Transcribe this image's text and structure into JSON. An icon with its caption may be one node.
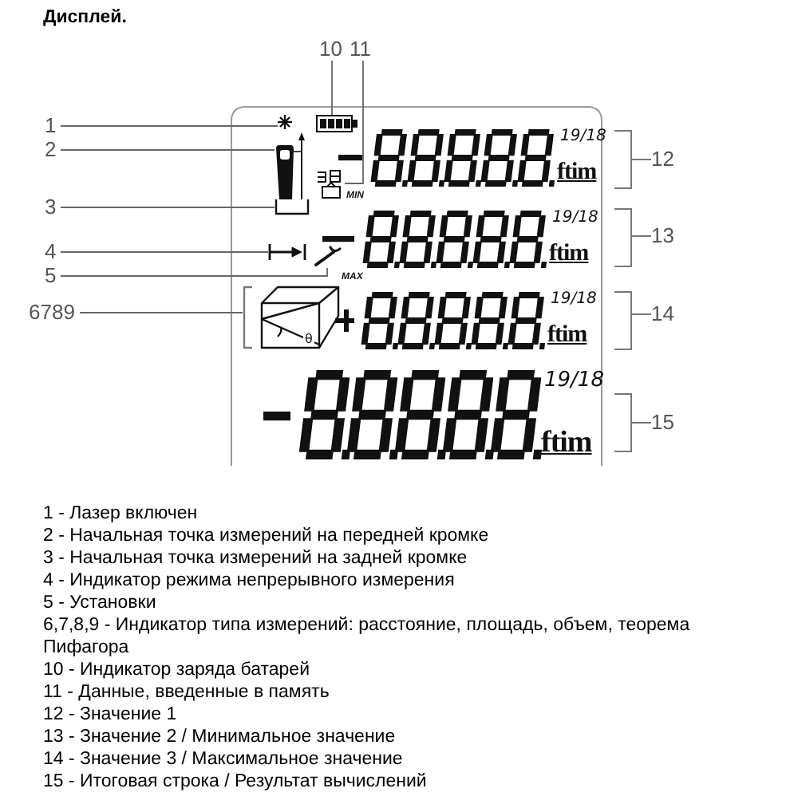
{
  "diagram": {
    "title": "Дисплей.",
    "nodes": [
      {
        "text": [
          "1"
        ]
      },
      {
        "text": [
          "2"
        ]
      },
      {
        "text": [
          "3"
        ]
      },
      {
        "text": [
          "4"
        ]
      },
      {
        "text": [
          "5"
        ]
      },
      {
        "text": [
          "6789"
        ]
      },
      {
        "text": [
          "10"
        ]
      },
      {
        "text": [
          "11"
        ]
      },
      {
        "text": [
          "12"
        ]
      },
      {
        "text": [
          "13"
        ]
      },
      {
        "text": [
          "14"
        ]
      },
      {
        "text": [
          "15"
        ]
      },
      {
        "text": [],
        "shape": "picture"
      },
      {
        "text": [],
        "shape": "picture"
      },
      {
        "text": [],
        "shape": "picture"
      },
      {
        "text": [],
        "shape": "picture"
      },
      {
        "text": [],
        "shape": "picture"
      },
      {
        "text": [],
        "shape": "picture"
      },
      {
        "text": [],
        "shape": "picture"
      },
      {
        "text": [],
        "shape": "picture"
      },
      {
        "text": [],
        "shape": "picture"
      },
      {
        "text": [],
        "shape": "picture"
      },
      {
        "text": [],
        "shape": "picture"
      },
      {
        "text": [],
        "shape": "picture"
      }
    ],
    "edges": [
      {
        "from": 0,
        "to": 12,
        "arrow": "none"
      },
      {
        "from": 1,
        "to": 13,
        "arrow": "none"
      },
      {
        "from": 2,
        "to": 14,
        "arrow": "none"
      },
      {
        "from": 3,
        "to": 15,
        "arrow": "none"
      },
      {
        "from": 4,
        "to": 16,
        "arrow": "none"
      },
      {
        "from": 5,
        "to": 17,
        "arrow": "none"
      },
      {
        "from": 6,
        "to": 18,
        "arrow": "none"
      },
      {
        "from": 7,
        "to": 19,
        "arrow": "none"
      },
      {
        "from": 8,
        "to": 20,
        "arrow": "none"
      },
      {
        "from": 9,
        "to": 21,
        "arrow": "none"
      },
      {
        "from": 10,
        "to": 22,
        "arrow": "none"
      },
      {
        "from": 11,
        "to": 23,
        "arrow": "none"
      }
    ],
    "labels": [
      "19/18",
      "ftim",
      "MIN",
      "19/18",
      "ftim",
      "MAX",
      "θ",
      "19/18",
      "ftim",
      "19/18",
      "ftim",
      "1 - Лазер включен",
      "2 - Начальная точка измерений на передней кромке",
      "3 - Начальная точка измерений на задней кромке",
      "4 - Индикатор режима непрерывного измерения",
      "5 - Установки",
      "6,7,8,9 - Индикатор типа измерений: расстояние, площадь, объем, теорема Пифагора",
      "10 - Индикатор заряда батарей",
      "11 - Данные, введенные в память",
      "12 - Значение 1",
      "13 - Значение 2 / Минимальное значение",
      "14 - Значение 3 / Максимальное значение",
      "15 - Итоговая строка / Результат вычислений"
    ]
  }
}
